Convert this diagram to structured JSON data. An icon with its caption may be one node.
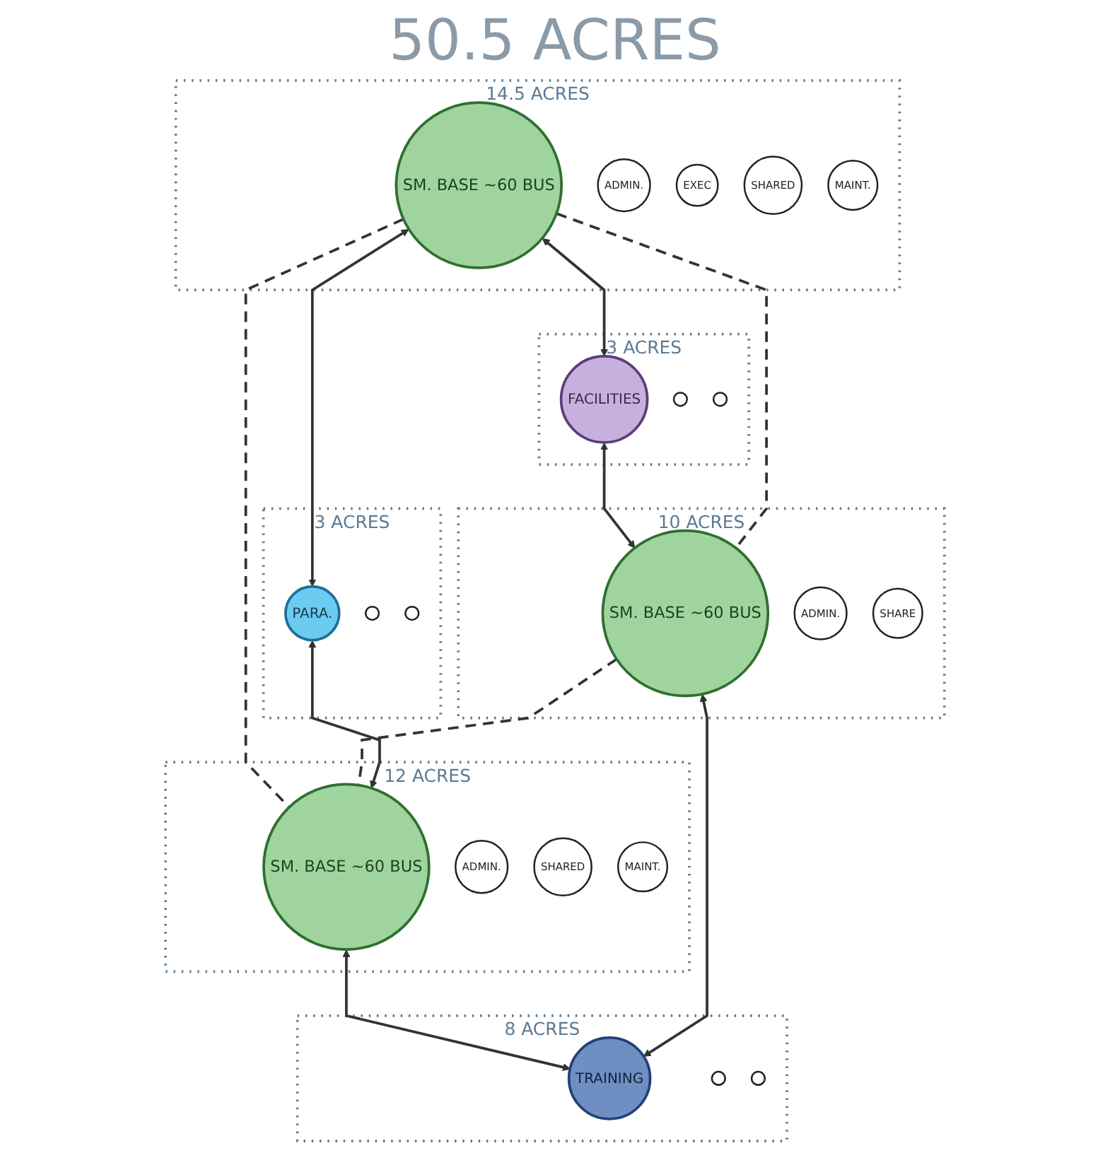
{
  "diagram": {
    "title": "50.5 ACRES",
    "nodes": [
      {
        "text": [
          "14.5 ACRES"
        ]
      },
      {
        "text": [
          "SM. BASE ~60 BUS"
        ],
        "in": 0
      },
      {
        "text": [
          "ADMIN."
        ],
        "in": 0
      },
      {
        "text": [
          "EXEC"
        ],
        "in": 0
      },
      {
        "text": [
          "SHARED"
        ],
        "in": 0
      },
      {
        "text": [
          "MAINT."
        ],
        "in": 0
      },
      {
        "text": [
          "3 ACRES"
        ]
      },
      {
        "text": [
          "FACILITIES"
        ],
        "in": 6
      },
      {
        "text": [],
        "shape": "circle",
        "in": 6
      },
      {
        "text": [],
        "shape": "circle",
        "in": 6
      },
      {
        "text": [
          "10 ACRES"
        ]
      },
      {
        "text": [
          "SM. BASE ~60 BUS"
        ],
        "in": 10
      },
      {
        "text": [
          "ADMIN."
        ],
        "in": 10
      },
      {
        "text": [
          "SHARE"
        ],
        "in": 10
      },
      {
        "text": [
          "3 ACRES"
        ]
      },
      {
        "text": [
          "PARA."
        ],
        "in": 14
      },
      {
        "text": [],
        "shape": "circle",
        "in": 14
      },
      {
        "text": [],
        "shape": "circle",
        "in": 14
      },
      {
        "text": [
          "12 ACRES"
        ]
      },
      {
        "text": [
          "SM. BASE ~60 BUS"
        ],
        "in": 18
      },
      {
        "text": [
          "ADMIN."
        ],
        "in": 18
      },
      {
        "text": [
          "SHARED"
        ],
        "in": 18
      },
      {
        "text": [
          "MAINT."
        ],
        "in": 18
      },
      {
        "text": [
          "8 ACRES"
        ]
      },
      {
        "text": [
          "TRAINING"
        ],
        "in": 23
      },
      {
        "text": [],
        "shape": "circle",
        "in": 23
      },
      {
        "text": [],
        "shape": "circle",
        "in": 23
      }
    ],
    "edges": [
      {
        "from": 1,
        "to": 7,
        "arrow": "both"
      },
      {
        "from": 7,
        "to": 11,
        "arrow": "both"
      },
      {
        "from": 1,
        "to": 11,
        "arrow": "none",
        "style": "dashed"
      },
      {
        "from": 1,
        "to": 19,
        "arrow": "none",
        "style": "dashed"
      },
      {
        "from": 11,
        "to": 19,
        "arrow": "none",
        "style": "dashed"
      },
      {
        "from": 1,
        "to": 15,
        "arrow": "both"
      },
      {
        "from": 15,
        "to": 19,
        "arrow": "both"
      },
      {
        "from": 19,
        "to": 24,
        "arrow": "both"
      },
      {
        "from": 11,
        "to": 24,
        "arrow": "both"
      }
    ]
  }
}
